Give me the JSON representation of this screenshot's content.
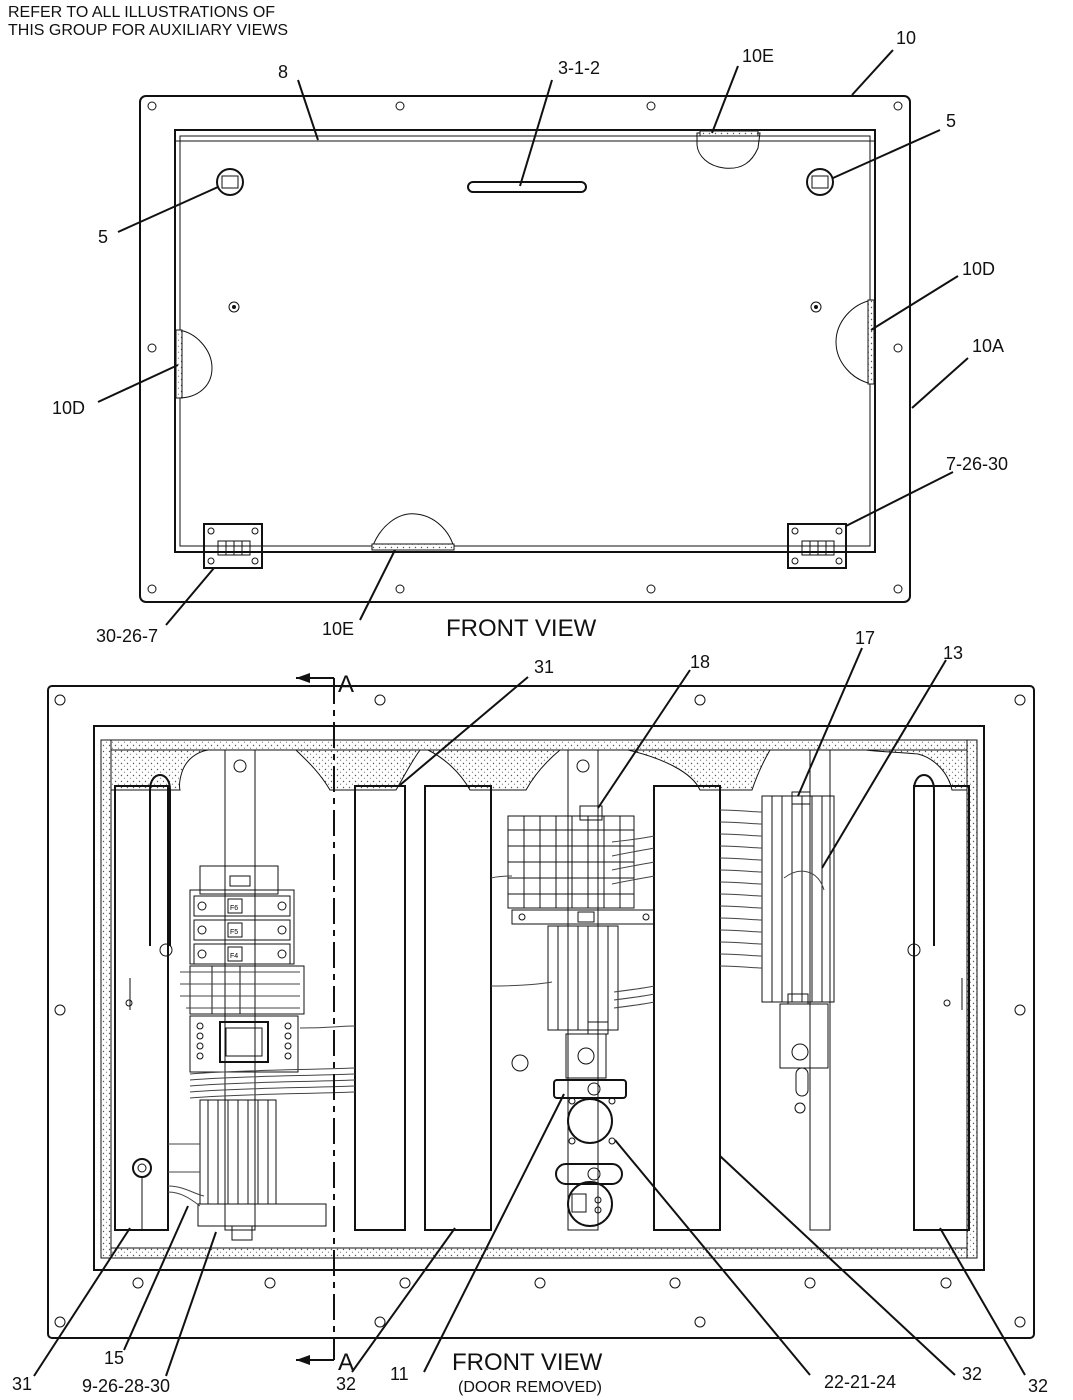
{
  "note": {
    "line1": "REFER TO ALL ILLUSTRATIONS OF",
    "line2": "THIS GROUP FOR AUXILIARY VIEWS"
  },
  "front_view": {
    "title": "FRONT VIEW",
    "callouts": {
      "c10": "10",
      "c8": "8",
      "c3_1_2": "3-1-2",
      "c10E_top": "10E",
      "c5_right": "5",
      "c5_left": "5",
      "c10D_right": "10D",
      "c10A": "10A",
      "c10D_left": "10D",
      "c7_26_30": "7-26-30",
      "c30_26_7": "30-26-7",
      "c10E_bottom": "10E"
    }
  },
  "door_removed_view": {
    "title": "FRONT VIEW",
    "subtitle": "(DOOR REMOVED)",
    "section_marker_top": "A",
    "section_marker_bottom": "A",
    "callouts": {
      "c31_top": "31",
      "c18": "18",
      "c17": "17",
      "c13": "13",
      "c31_bottom": "31",
      "c15": "15",
      "c9_26_28_30": "9-26-28-30",
      "c32_left": "32",
      "c11": "11",
      "c22_21_24": "22-21-24",
      "c32_mid": "32",
      "c32_right": "32"
    },
    "fuse_labels": {
      "f6": "F6",
      "f5": "F5",
      "f4": "F4"
    }
  }
}
